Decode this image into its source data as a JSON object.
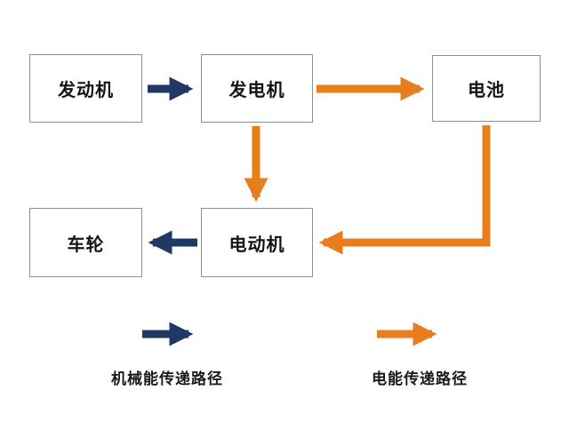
{
  "diagram": {
    "title": "hybrid-power-flow-diagram",
    "nodes": {
      "engine": {
        "label": "发动机"
      },
      "generator": {
        "label": "发电机"
      },
      "battery": {
        "label": "电池"
      },
      "wheel": {
        "label": "车轮"
      },
      "motor": {
        "label": "电动机"
      }
    },
    "edges": [
      {
        "from": "engine",
        "to": "generator",
        "type": "mechanical"
      },
      {
        "from": "generator",
        "to": "battery",
        "type": "electrical"
      },
      {
        "from": "generator",
        "to": "motor",
        "type": "electrical"
      },
      {
        "from": "battery",
        "to": "motor",
        "type": "electrical"
      },
      {
        "from": "motor",
        "to": "wheel",
        "type": "mechanical"
      }
    ],
    "legend": {
      "mechanical": "机械能传递路径",
      "electrical": "电能传递路径"
    },
    "colors": {
      "mechanical": "#1f3864",
      "electrical": "#e87d1e"
    }
  }
}
